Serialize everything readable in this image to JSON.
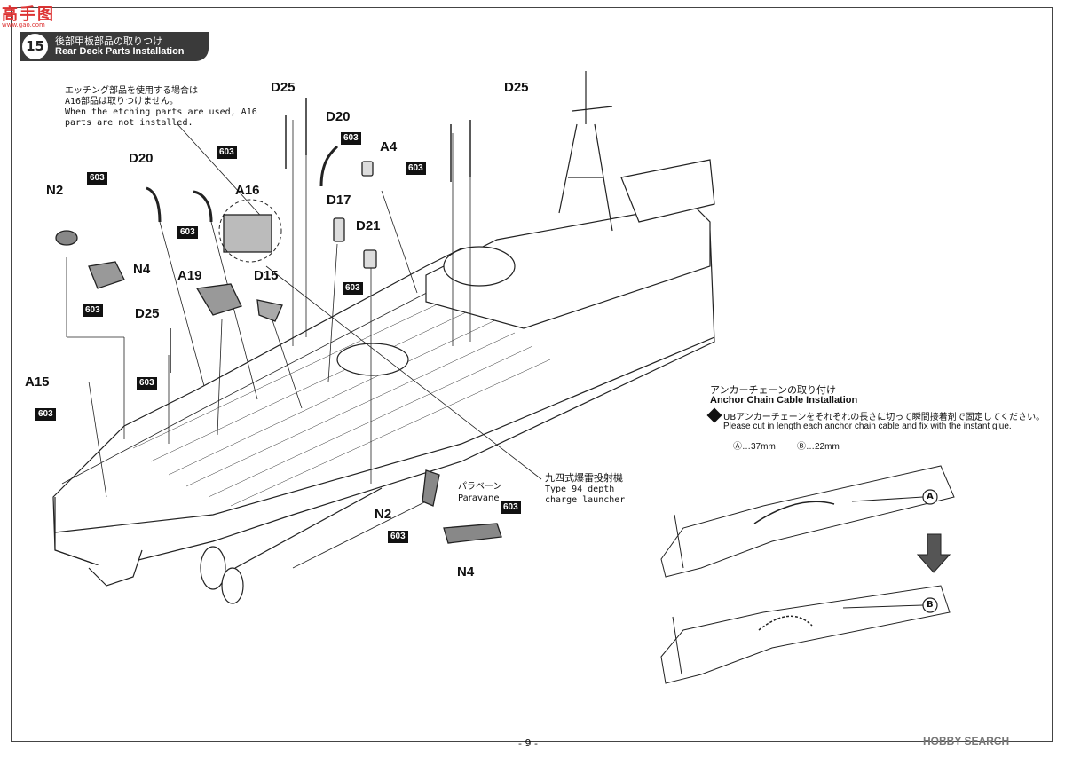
{
  "watermark": {
    "text": "高手图",
    "sub": "www.gao.com"
  },
  "step": {
    "number": "15",
    "title_jp": "後部甲板部品の取りつけ",
    "title_en": "Rear Deck Parts Installation"
  },
  "etching_note": {
    "line1": "エッチング部品を使用する場合は",
    "line2": "A16部品は取りつけません。",
    "line3": "When the etching parts are used, A16",
    "line4": "parts are not installed."
  },
  "part_labels": {
    "d25_a": "D25",
    "d25_b": "D25",
    "d25_c": "D25",
    "d20_a": "D20",
    "d20_b": "D20",
    "a4": "A4",
    "d17": "D17",
    "d21": "D21",
    "a16": "A16",
    "n2_a": "N2",
    "n4_a": "N4",
    "a19": "A19",
    "d15": "D15",
    "a15": "A15",
    "n2_b": "N2",
    "n4_b": "N4"
  },
  "paint_code": "603",
  "depth_charge": {
    "jp": "九四式爆雷投射機",
    "en1": "Type 94 depth",
    "en2": "charge launcher"
  },
  "paravane": {
    "jp": "パラベーン",
    "en": "Paravane"
  },
  "anchor_inset": {
    "title_jp": "アンカーチェーンの取り付け",
    "title_en": "Anchor Chain Cable Installation",
    "instr_jp": "UBアンカーチェーンをそれぞれの長さに切って瞬間接着剤で固定してください。",
    "instr_en": "Please cut in length each anchor chain cable and fix with the instant glue.",
    "len_a": "Ⓐ…37mm",
    "len_b": "Ⓑ…22mm",
    "marker_a": "A",
    "marker_b": "B"
  },
  "page_number": "- 9 -",
  "credit": "HOBBY SEARCH"
}
